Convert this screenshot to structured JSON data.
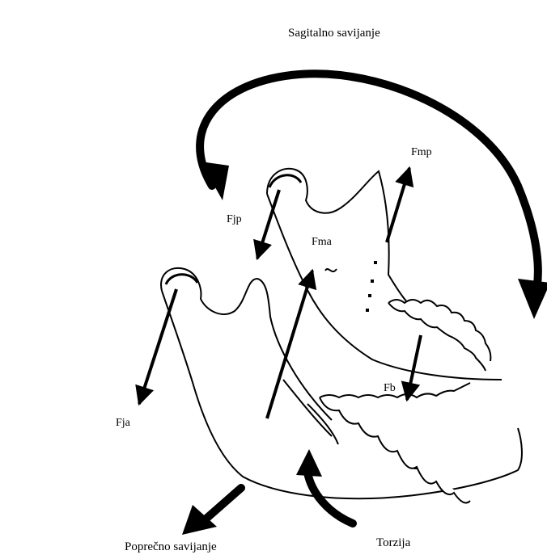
{
  "labels": {
    "sagital": "Sagitalno savijanje",
    "fmp": "Fmp",
    "fjp": "Fjp",
    "fma": "Fma",
    "fb": "Fb",
    "fja": "Fja",
    "poprecno": "Poprečno savijanje",
    "torzija": "Torzija"
  },
  "colors": {
    "ink": "#000000",
    "paper": "#ffffff"
  }
}
